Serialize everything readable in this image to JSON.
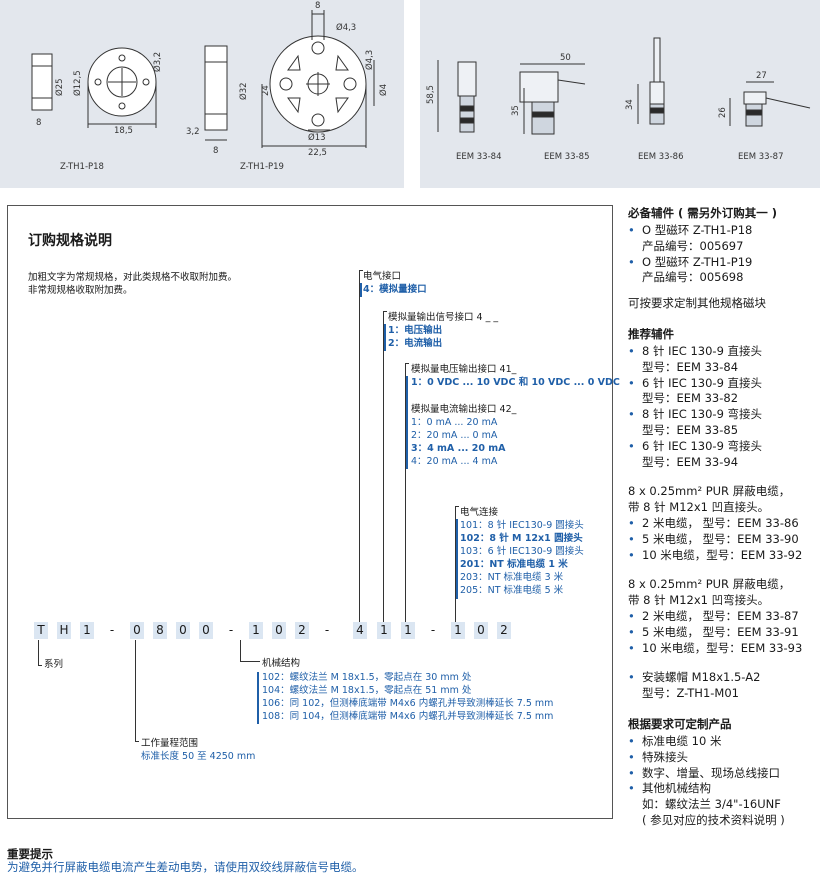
{
  "drawings": {
    "left_captions": [
      "Z-TH1-P18",
      "Z-TH1-P19"
    ],
    "right_captions": [
      "EEM 33-84",
      "EEM 33-85",
      "EEM 33-86",
      "EEM 33-87"
    ],
    "dims_p18": [
      "8",
      "Ø25",
      "Ø12,5",
      "Ø3,2",
      "18,5"
    ],
    "dims_p19": [
      "8",
      "Ø4,3",
      "3,2",
      "Ø32",
      "24",
      "Ø4,3",
      "Ø13",
      "22,5",
      "8"
    ],
    "dims_conn": [
      "58,5",
      "50",
      "35",
      "34",
      "27",
      "26"
    ]
  },
  "main": {
    "title": "订购规格说明",
    "note_lines": [
      "加粗文字为常规规格，对此类规格不收取附加费。",
      "非常规规格收取附加费。"
    ],
    "interface": {
      "heading": "电气接口",
      "value": "4：模拟量接口"
    },
    "analog_signal": {
      "heading": "模拟量输出信号接口 4 _ _",
      "options": [
        "1：电压输出",
        "2：电流输出"
      ]
    },
    "voltage": {
      "heading": "模拟量电压输出接口 41_",
      "options": [
        "1：0 VDC ... 10 VDC 和 10 VDC ... 0 VDC"
      ]
    },
    "current": {
      "heading": "模拟量电流输出接口 42_",
      "options": [
        "1：0 mA ... 20 mA",
        "2：20 mA ... 0 mA",
        "3：4 mA ... 20 mA",
        "4：20 mA ... 4 mA"
      ]
    },
    "connection": {
      "heading": "电气连接",
      "options": [
        "101：8 针 IEC130-9 圆接头",
        "102：8 针 M 12x1 圆接头",
        "103：6 针 IEC130-9 圆接头",
        "201：NT 标准电缆 1 米",
        "203：NT 标准电缆 3 米",
        "205：NT 标准电缆 5 米"
      ]
    },
    "code_chars": [
      "T",
      "H",
      "1",
      "-",
      "0",
      "8",
      "0",
      "0",
      "-",
      "1",
      "0",
      "2",
      "-",
      "4",
      "1",
      "1",
      "-",
      "1",
      "0",
      "2"
    ],
    "series_label": "系列",
    "mechanical": {
      "heading": "机械结构",
      "options": [
        "102：螺纹法兰 M 18x1.5，零起点在 30 mm 处",
        "104：螺纹法兰 M 18x1.5，零起点在 51 mm 处",
        "106：同 102，但测棒底端带 M4x6 内螺孔并导致测棒延长 7.5 mm",
        "108：同 104，但测棒底端带 M4x6 内螺孔并导致测棒延长 7.5 mm"
      ]
    },
    "range": {
      "heading": "工作量程范围",
      "value": "标准长度 50 至 4250 mm"
    }
  },
  "right": {
    "required_heading": "必备辅件 ( 需另外订购其一 )",
    "required": [
      {
        "name": "O 型磁环 Z-TH1-P18",
        "code": "产品编号：005697"
      },
      {
        "name": "O 型磁环 Z-TH1-P19",
        "code": "产品编号：005698"
      }
    ],
    "custom_magnet": "可按要求定制其他规格磁块",
    "recommended_heading": "推荐辅件",
    "recommended": [
      {
        "name": "8 针 IEC 130-9 直接头",
        "model": "型号：EEM 33-84"
      },
      {
        "name": "6 针 IEC 130-9 直接头",
        "model": "型号：EEM 33-82"
      },
      {
        "name": "8 针 IEC 130-9 弯接头",
        "model": "型号：EEM 33-85"
      },
      {
        "name": "6 针 IEC 130-9 弯接头",
        "model": "型号：EEM 33-94"
      }
    ],
    "cable_straight": {
      "lines": [
        "8 x 0.25mm² PUR 屏蔽电缆，",
        "带 8 针 M12x1 凹直接头。"
      ],
      "items": [
        "2 米电缆，  型号：EEM 33-86",
        "5 米电缆，  型号：EEM 33-90",
        "10 米电缆，型号：EEM 33-92"
      ]
    },
    "cable_angled": {
      "lines": [
        "8 x 0.25mm² PUR 屏蔽电缆，",
        "带 8 针 M12x1 凹弯接头。"
      ],
      "items": [
        "2 米电缆，  型号：EEM 33-87",
        "5 米电缆，  型号：EEM 33-91",
        "10 米电缆，型号：EEM 33-93"
      ]
    },
    "nut": {
      "name": "安装螺帽 M18x1.5-A2",
      "model": "型号：Z-TH1-M01"
    },
    "custom_heading": "根据要求可定制产品",
    "custom": [
      "标准电缆 10 米",
      "特殊接头",
      "数字、增量、现场总线接口",
      "其他机械结构"
    ],
    "custom_extra": [
      "如：螺纹法兰 3/4\"-16UNF",
      "( 参见对应的技术资料说明 )"
    ]
  },
  "footer": {
    "heading": "重要提示",
    "text": "为避免并行屏蔽电缆电流产生差动电势，请使用双绞线屏蔽信号电缆。"
  }
}
